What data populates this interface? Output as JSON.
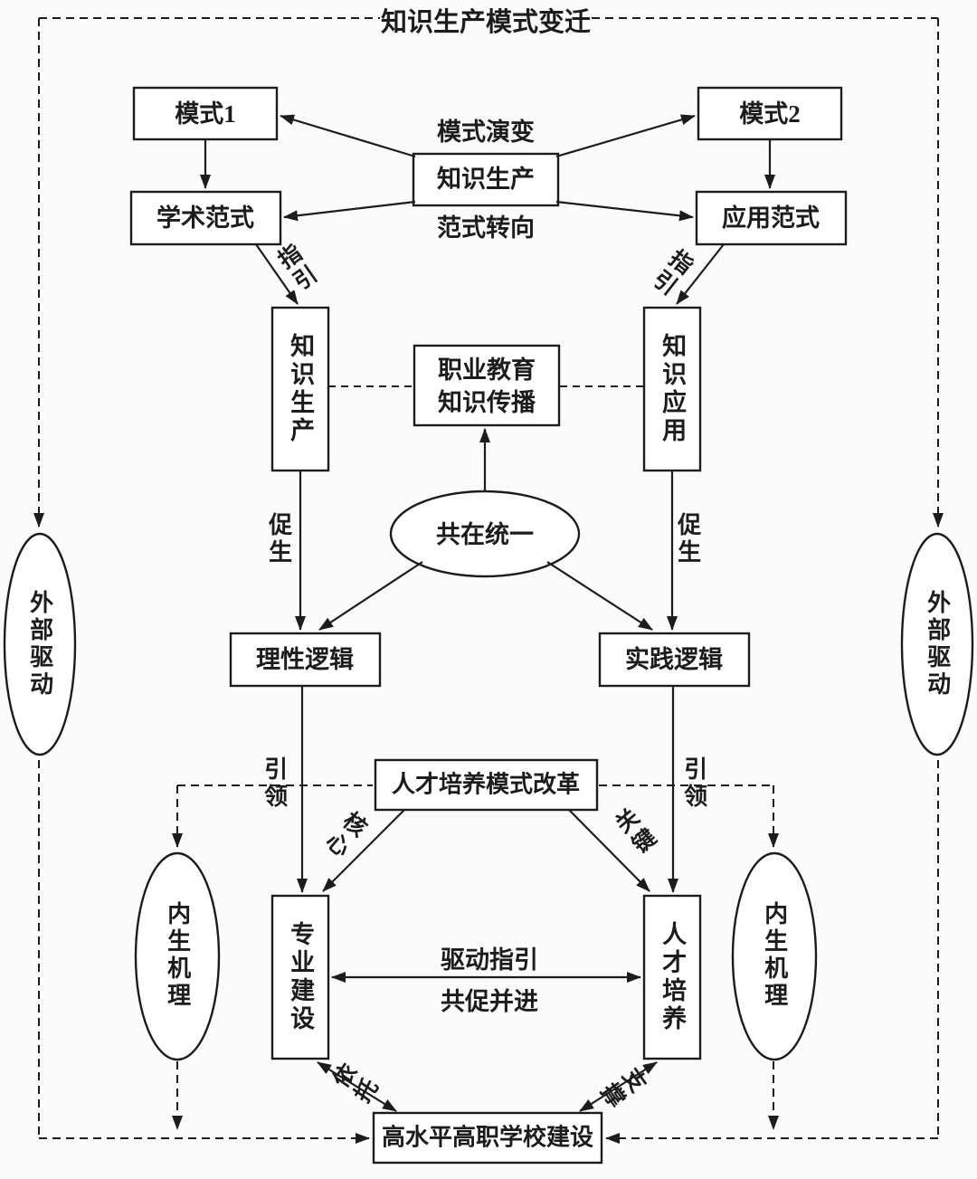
{
  "diagram": {
    "title": "知识生产模式变迁",
    "top": {
      "mode1": "模式1",
      "mode2": "模式2",
      "mode_evolution": "模式演变",
      "knowledge_production": "知识生产",
      "paradigm_shift": "范式转向",
      "academic_paradigm": "学术范式",
      "applied_paradigm": "应用范式",
      "guide_left": "指引",
      "guide_right": "指引"
    },
    "middle": {
      "knowledge_production_v": "知识生产",
      "vocational_line1": "职业教育",
      "vocational_line2": "知识传播",
      "knowledge_application_v": "知识应用",
      "coexist_unity": "共在统一",
      "promote_left": "促生",
      "promote_right": "促生",
      "rational_logic": "理性逻辑",
      "practice_logic": "实践逻辑"
    },
    "bottom": {
      "lead_left": "引领",
      "lead_right": "引领",
      "talent_reform": "人才培养模式改革",
      "core": "核心",
      "key": "关键",
      "major_construction": "专业建设",
      "talent_training": "人才培养",
      "drive_guide": "驱动指引",
      "co_promote": "共促并进",
      "rely": "依托",
      "support": "支撑",
      "school_construction": "高水平高职学校建设"
    },
    "sides": {
      "external_drive_left": "外部驱动",
      "external_drive_right": "外部驱动",
      "endogenous_mechanism_left": "内生机理",
      "endogenous_mechanism_right": "内生机理"
    },
    "colors": {
      "line": "#1c1c1c",
      "box_fill": "#ffffff",
      "background": "#fbfbf9"
    }
  }
}
